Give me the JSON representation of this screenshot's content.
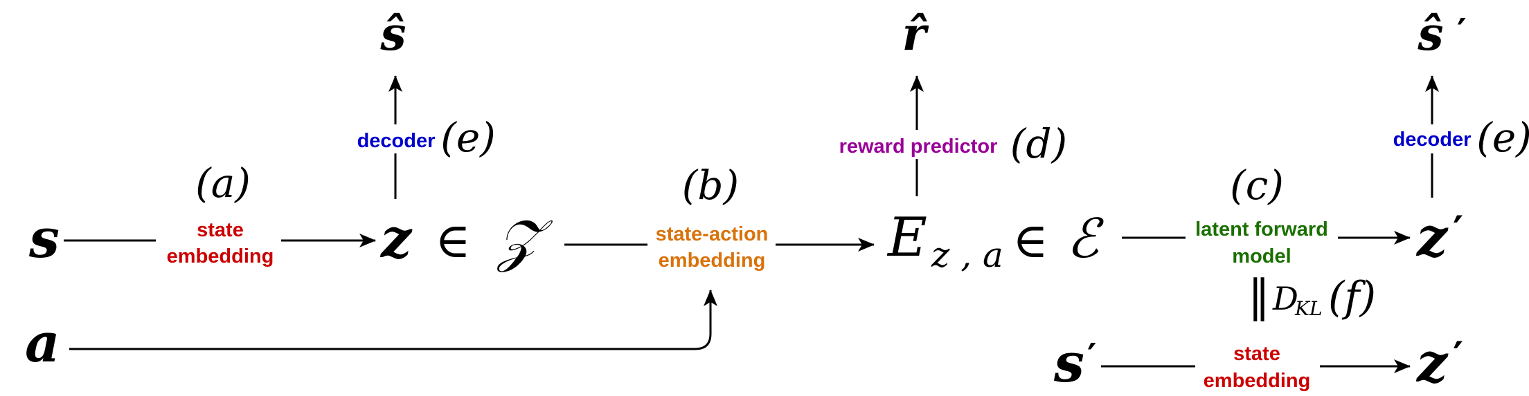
{
  "colors": {
    "red": "#cc0000",
    "orange": "#d9720b",
    "purple": "#990099",
    "green": "#1a6f00",
    "blue": "#0000cc",
    "black": "#000000"
  },
  "math": {
    "s": "s",
    "a": "a",
    "z": "z",
    "in_sym": "∈",
    "Z_set": "𝒵",
    "E": "E",
    "E_sub": "z , a",
    "E_set": "ℰ",
    "z_prime": "z",
    "s_prime": "s",
    "prime": "′",
    "s_hat": "ŝ",
    "r_hat": "r̂",
    "s_hat_prime": "ŝ",
    "parallel": "‖",
    "dkl": "D",
    "dkl_sub": "KL",
    "f_label": "(f)"
  },
  "labels": {
    "a_tag": "(a)",
    "b_tag": "(b)",
    "c_tag": "(c)",
    "d_tag": "(d)",
    "e_tag": "(e)",
    "state_line1": "state",
    "state_line2": "embedding",
    "sa_line1": "state-action",
    "sa_line2": "embedding",
    "lfm_line1": "latent forward",
    "lfm_line2": "model",
    "reward_predictor": "reward predictor",
    "decoder": "decoder"
  }
}
